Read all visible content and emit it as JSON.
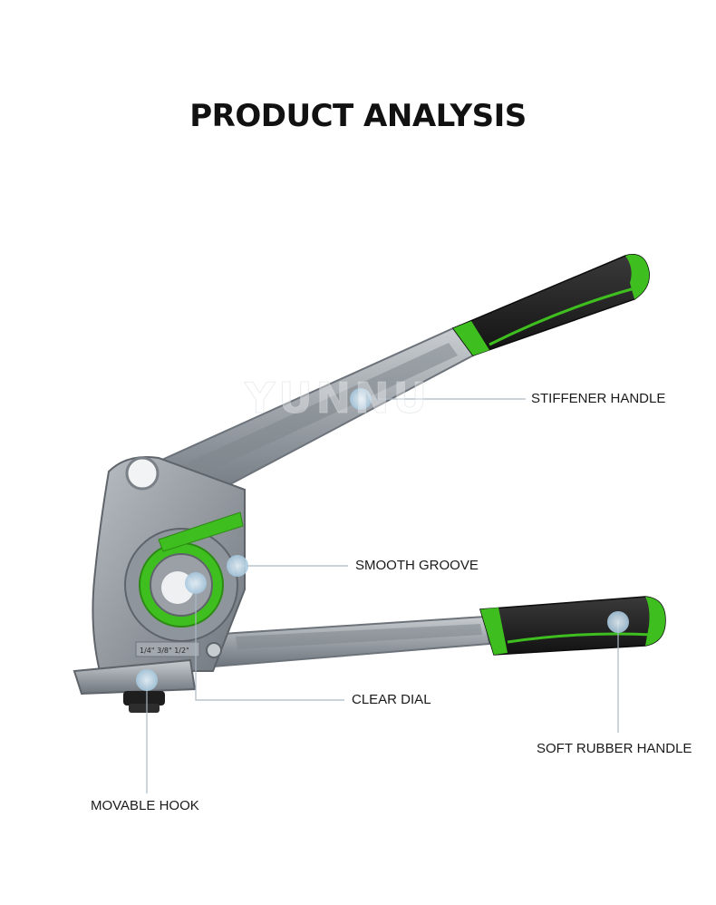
{
  "title": "PRODUCT ANALYSIS",
  "watermark": "YUNNU",
  "callouts": {
    "stiffener_handle": "STIFFENER HANDLE",
    "smooth_groove": "SMOOTH GROOVE",
    "clear_dial": "CLEAR DIAL",
    "soft_rubber_handle": "SOFT RUBBER HANDLE",
    "movable_hook": "MOVABLE HOOK"
  },
  "dial_marks": "1/4\"  3/8\"  1/2\"",
  "colors": {
    "accent_green": "#3fbf1f",
    "grip_black": "#1c1c1c",
    "metal": "#9ea3a8",
    "callout_line": "#aab8c4",
    "callout_dot": "#a9c9df"
  }
}
